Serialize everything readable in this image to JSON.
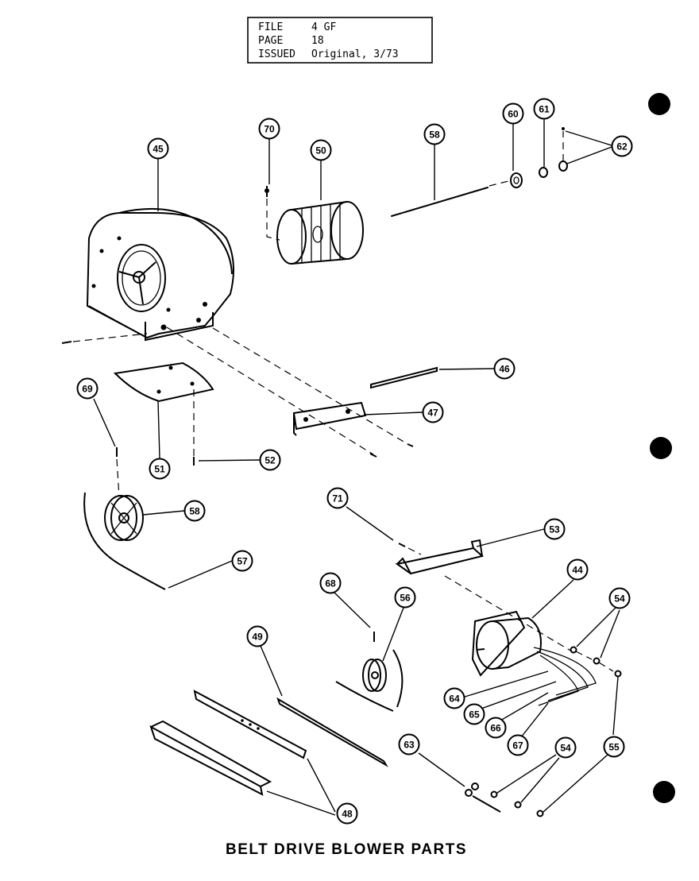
{
  "header": {
    "rows": [
      {
        "label": "FILE",
        "value": "4 GF"
      },
      {
        "label": "PAGE",
        "value": "18"
      },
      {
        "label": "ISSUED",
        "value": "Original, 3/73"
      }
    ]
  },
  "caption": "BELT DRIVE BLOWER PARTS",
  "callouts": [
    "45",
    "70",
    "50",
    "58",
    "60",
    "61",
    "62",
    "46",
    "47",
    "69",
    "51",
    "52",
    "58",
    "71",
    "53",
    "57",
    "44",
    "68",
    "56",
    "54",
    "49",
    "64",
    "65",
    "66",
    "67",
    "63",
    "54",
    "55",
    "48"
  ]
}
